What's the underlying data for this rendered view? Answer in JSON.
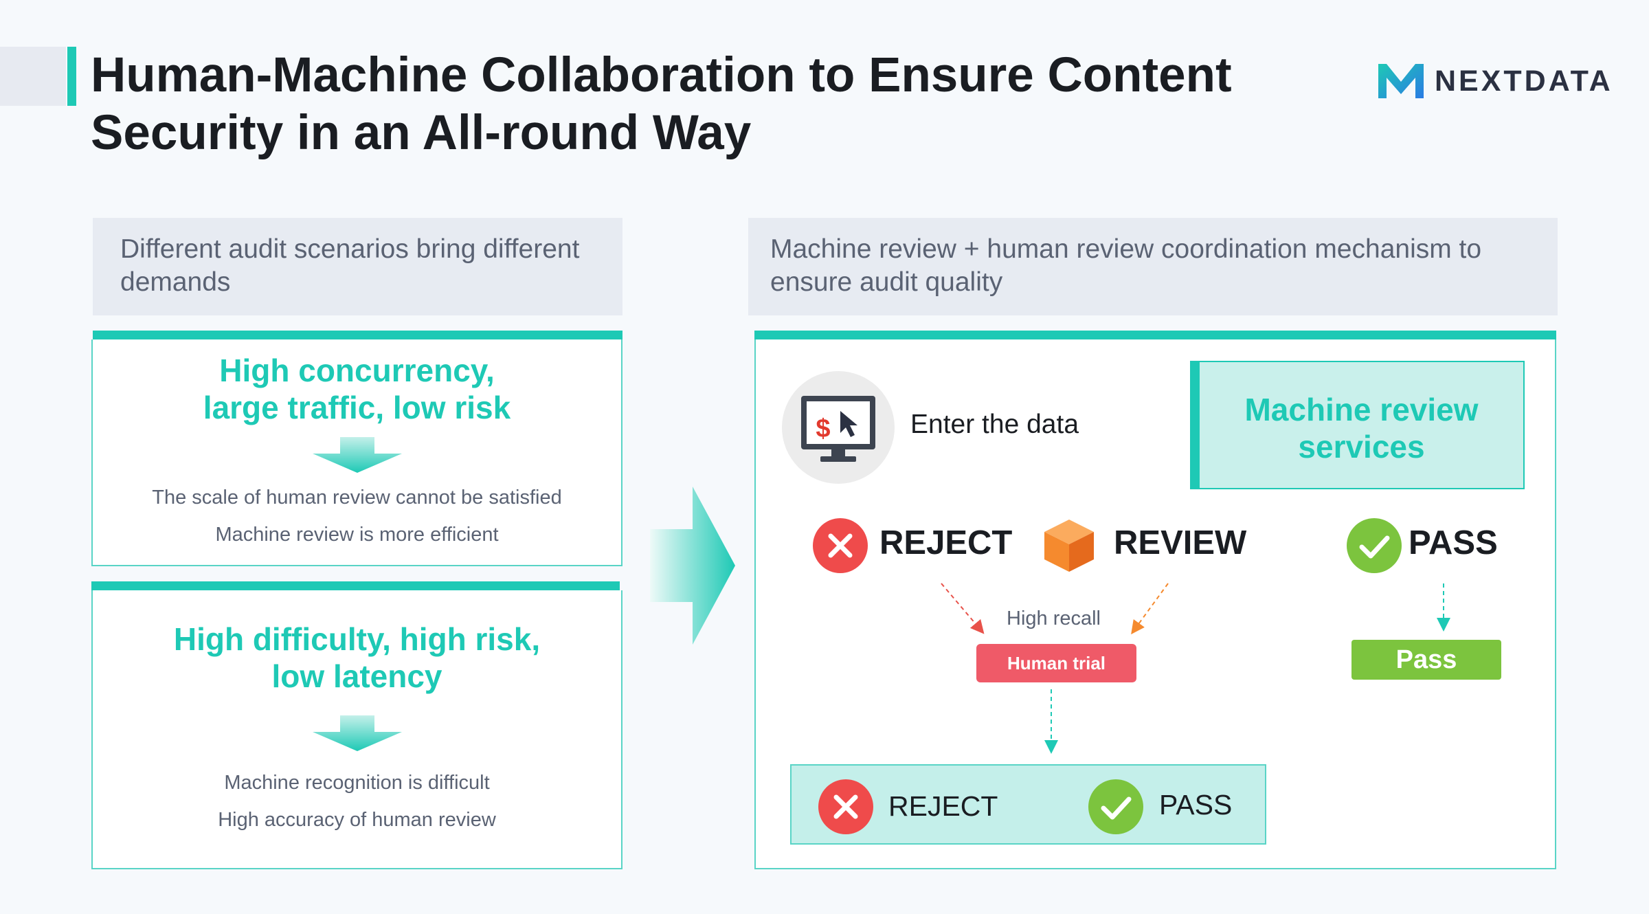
{
  "title": "Human-Machine Collaboration to Ensure Content Security in an All-round Way",
  "logo": {
    "text": "NEXTDATA"
  },
  "left": {
    "header": "Different audit scenarios bring different demands",
    "cards": [
      {
        "title_line1": "High concurrency,",
        "title_line2": "large traffic, low risk",
        "line1": "The scale of human review cannot be satisfied",
        "line2": "Machine review is more efficient"
      },
      {
        "title_line1": "High difficulty, high risk,",
        "title_line2": "low latency",
        "line1": "Machine recognition is difficult",
        "line2": "High accuracy of human review"
      }
    ]
  },
  "right": {
    "header": "Machine review + human review coordination mechanism to ensure audit quality",
    "enter_data": "Enter the data",
    "machine_review": {
      "line1": "Machine review",
      "line2": "services"
    },
    "reject": "REJECT",
    "review": "REVIEW",
    "pass": "PASS",
    "high_recall": "High recall",
    "human_trial": "Human trial",
    "pass_button": "Pass",
    "result": {
      "reject": "REJECT",
      "pass": "PASS"
    }
  },
  "colors": {
    "accent": "#1ec9b5",
    "reject_red": "#ef4b4b",
    "pass_green": "#7cc43e",
    "review_orange": "#f58a2e",
    "human_trial_red": "#ef5a68"
  },
  "icons": [
    "monitor-dollar-icon",
    "close-circle-icon",
    "cube-icon",
    "check-circle-icon",
    "arrow-right-icon",
    "arrow-down-icon"
  ]
}
